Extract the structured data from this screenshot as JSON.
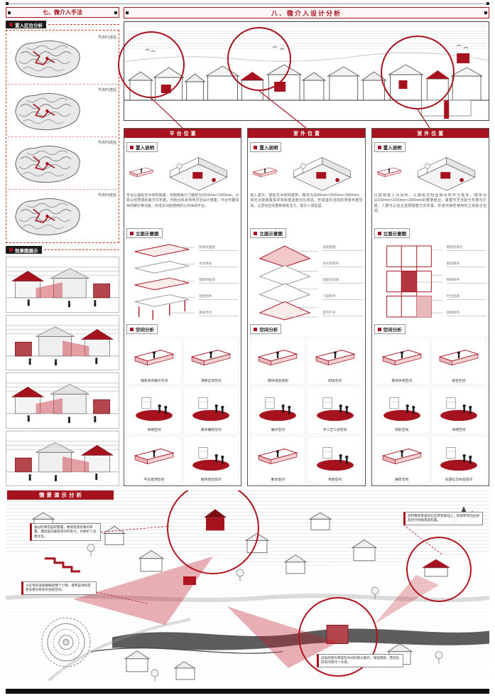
{
  "colors": {
    "accent": "#a6121d",
    "dark": "#1a1a1a",
    "pink": "#e8b9bb"
  },
  "left": {
    "section_title": "七、微介入手法",
    "location_label": "置入区位分析",
    "maps": [
      {
        "caption": "节点P1选址"
      },
      {
        "caption": "节点P2选址"
      },
      {
        "caption": "节点P3选址"
      },
      {
        "caption": "节点P4选址"
      }
    ],
    "render_label": "效果图展示"
  },
  "main": {
    "section_title": "八、微介入设计分析",
    "columns": [
      {
        "header": "平台位置",
        "desc_label": "置入说明",
        "desc_text": "平台以装配式木结构搭建，预制楼板尺寸面积为2600mm×1300mm，分层以轻质便拆装方式布置，可结合现状场地灵活设计搭建，平台可叠加休闲娱乐等功能，形成多功能使用的公共休闲平台。",
        "elevation_label": "立面示意图",
        "elevation_parts": [
          "防腐木面层",
          "木龙骨层",
          "钢结构框架",
          "连接构件",
          "基础平台"
        ],
        "analysis_label": "空间分析",
        "analysis_items": [
          "铺装休闲展示空间",
          "演绎互动空间",
          "休憩空间",
          "美术展陈空间",
          "平台观演空间",
          "模块组合空间"
        ]
      },
      {
        "header": "室外位置",
        "desc_label": "置入说明",
        "desc_text": "置入室外，搭配式木结构建筑，模块为2600mm×2600mm×3000mm，依托功能装置需求将房屋适度活化改造，形成室外活动的场景布置空间，让原有空间重新焕发活力，吸引人流驻留。",
        "elevation_label": "立面示意图",
        "elevation_parts": [
          "双坡屋面",
          "木桁架构件",
          "装配式墙体",
          "门窗构件",
          "室内平台"
        ],
        "analysis_label": "空间分析",
        "analysis_items": [
          "模块组合结构",
          "阅读空间",
          "展示空间",
          "手工艺工坊空间",
          "聚会空间",
          "茶憩空间"
        ]
      },
      {
        "header": "室外位置",
        "desc_label": "置入说明",
        "desc_text": "以庭院置入为场所，以装配式轻型钢木构件为载体，模块为U2160mm×2200mm×3000mm的框架组合，装置可灵活拆分布置与扩建，人群可以自主选择搭建方式布置，形成可弹性使用的立体复合空间。",
        "elevation_label": "立面示意图",
        "elevation_parts": [
          "钢框架单元",
          "集装模块",
          "楼梯构件",
          "平台连廊",
          "基础构件"
        ],
        "analysis_label": "空间分析",
        "analysis_items": [
          "模块休闲空间",
          "组合空间",
          "观影空间",
          "书吧空间",
          "展售空间",
          "非遗社交体验空间"
        ]
      }
    ]
  },
  "bottom": {
    "section_title": "情景演示分析",
    "callouts": [
      {
        "text": "通过阶梯花园的整置，楼道错落有致的布置，增加竖向联系空间的张力，也保护了古巷文化。"
      },
      {
        "text": "以红色的连廊串联起整个小镇，使青苔地块有更多相对有机的连接空间。"
      },
      {
        "text": "旧村整改青苔绿化在原有基础上，保留原有的古树及针叶绿植景观布置。"
      },
      {
        "text": "延续改变的青苔在中间的部分敞开，保留建筑，营造出旧有的现代人文感。"
      }
    ]
  }
}
